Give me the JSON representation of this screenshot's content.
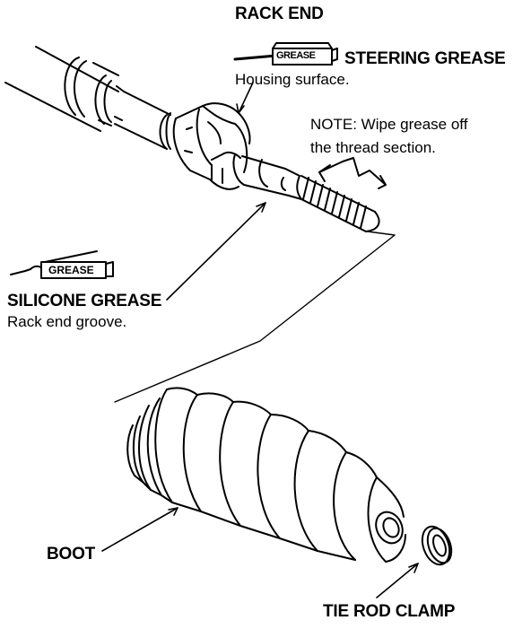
{
  "labels": {
    "rack_end": "RACK END",
    "steering_grease": "STEERING GREASE",
    "housing_surface": "Housing surface.",
    "note_line1": "NOTE:  Wipe grease off",
    "note_line2": "the thread section.",
    "silicone_grease": "SILICONE GREASE",
    "rack_end_groove": "Rack end groove.",
    "boot": "BOOT",
    "tie_rod_clamp": "TIE ROD CLAMP"
  },
  "grease_tube_labels": {
    "steering": "GREASE",
    "silicone": "GREASE"
  },
  "icons": [
    "grease-tube-icon",
    "grease-tube-icon"
  ],
  "colors": {
    "ink": "#000000",
    "paper": "#ffffff"
  }
}
